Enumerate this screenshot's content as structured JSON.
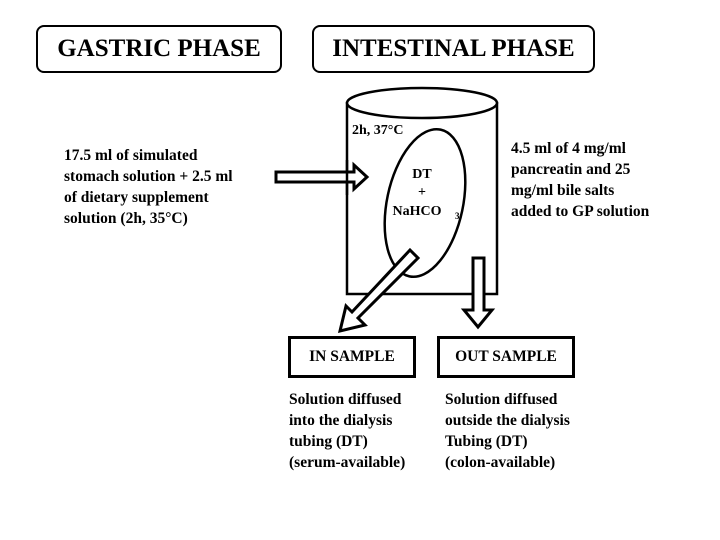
{
  "phases": {
    "gastric": "GASTRIC PHASE",
    "intestinal": "INTESTINAL PHASE"
  },
  "vessel": {
    "condition": "2h, 37°C",
    "dialysis_label_line1": "DT",
    "dialysis_label_line2": "+",
    "dialysis_label_line3": "NaHCO",
    "dialysis_label_subscript": "3"
  },
  "gastric_input": {
    "text": "17.5 ml of simulated\nstomach solution + 2.5 ml\nof dietary supplement\nsolution (2h, 35°C)"
  },
  "intestinal_input": {
    "text": "4.5 ml of 4 mg/ml\npancreatin and 25\nmg/ml bile salts\nadded to GP solution"
  },
  "samples": {
    "in_label": "IN SAMPLE",
    "out_label": "OUT SAMPLE",
    "in_description": "Solution diffused\ninto the dialysis\ntubing (DT)\n(serum-available)",
    "out_description": "Solution diffused\noutside the dialysis\nTubing (DT)\n(colon-available)"
  }
}
